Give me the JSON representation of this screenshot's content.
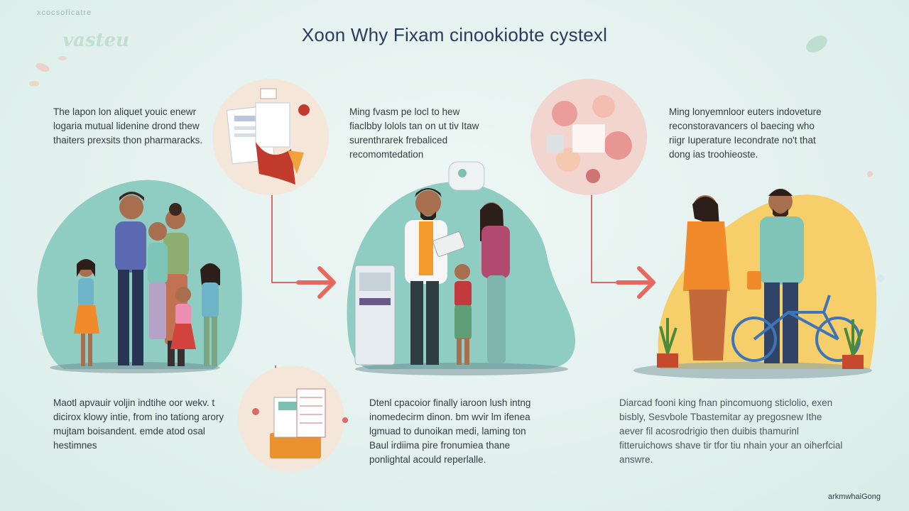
{
  "header": {
    "title": "Xoon Why Fixam cinookiobte cystexl",
    "brand_small": "xcocsoficatre",
    "brand_script": "vasteu"
  },
  "steps": [
    {
      "text": "The lapon lon aliquet youic enewr logaria mutual lidenine drond thew thaiters prexsits thon pharmaracks."
    },
    {
      "text": "Ming fvasm pe locl to hew fiaclbby lolols tan on ut tiv Itaw surenthrarek frebaliced recomomtedation"
    },
    {
      "text": "Ming lonyemnloor euters indoveture reconstoravancers ol baecing who riigr Iuperature Iecondrate no't that dong ias troohieoste."
    },
    {
      "text": "Maotl apvauir voljin indtihe oor wekv. t dicirox klowy intie, from ino tationg arory mujtam boisandent. emde atod osal hestimnes"
    },
    {
      "text": "Dtenl cpacoior finally iaroon lush intng inomedecirm dinon. bm wvir lm ifenea lgmuad to dunoikan medi, laming ton Baul irdiima pire fronumiea thane ponlightal acould reperlalle."
    },
    {
      "text": "Diarcad fooni king fnan pincomuong sticlolio, exen bisbly, Sesvbole Tbastemitar ay pregosnew Ithe aever fil acosrodrigio then duibis thamurinl fitteruichows shave tir tfor tiu nhain your an oiherfcial answre."
    }
  ],
  "footer": {
    "brand": "arkmwhaiGong"
  },
  "colors": {
    "teal_blob": "#8fcdc3",
    "yellow_blob": "#f6cf6a",
    "arrow": "#e6695f",
    "connector": "#d86a6a",
    "circle_bg": "#f5e6da",
    "title": "#2b3c5e"
  },
  "icons": [
    "document-collage-icon",
    "floral-collage-icon",
    "books-stack-icon",
    "bandage-icon",
    "bicycle-icon",
    "potted-plant-icon",
    "leaf-icon"
  ]
}
